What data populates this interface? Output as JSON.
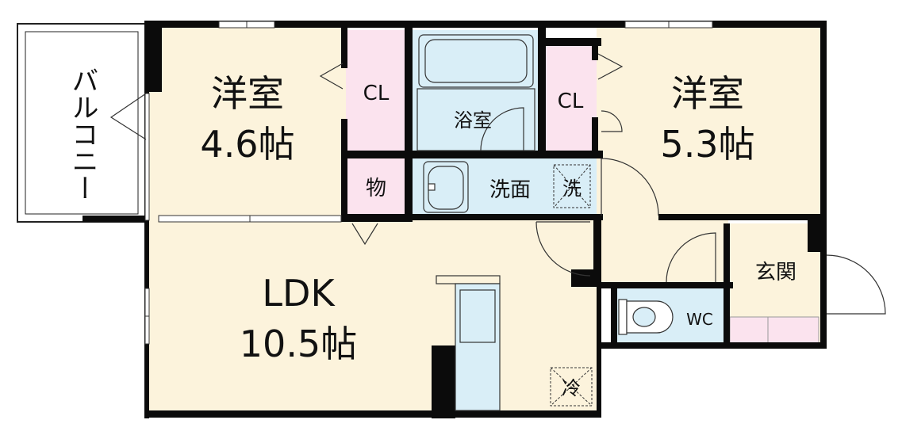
{
  "rooms": {
    "western_left": {
      "name": "洋室",
      "size": "4.6帖"
    },
    "western_right": {
      "name": "洋室",
      "size": "5.3帖"
    },
    "ldk": {
      "name": "LDK",
      "size": "10.5帖"
    },
    "closet_left": "CL",
    "closet_right": "CL",
    "storage": "物",
    "bathroom": "浴室",
    "washroom": "洗面",
    "washer": "洗",
    "entrance": "玄関",
    "toilet": "WC",
    "fridge": "冷",
    "balcony": "バルコニー"
  },
  "colors": {
    "room_floor": "#fcf3dc",
    "closet": "#fbe3ee",
    "wet_area": "#d9eef7",
    "wall": "#0b0b0b"
  }
}
